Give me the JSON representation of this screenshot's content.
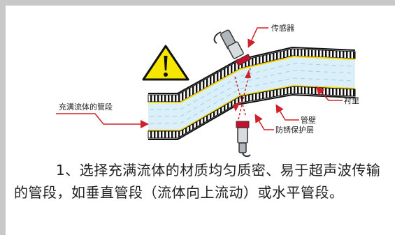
{
  "labels": {
    "sensor": "传感器",
    "liner": "衬里",
    "pipe_wall": "管壁",
    "anti_rust": "防锈保护层",
    "full_pipe": "充满流体的管段"
  },
  "warning_icon": "warning-triangle-icon",
  "caption": "1、选择充满流体的材质均匀质密、易于超声波传输的管段，如垂直管段（流体向上流动）或水平管段。",
  "colors": {
    "accent_red": "#d0202a",
    "warning_yellow": "#f6e700",
    "fluid": "#dbeff8",
    "frame": "#c8c8c8",
    "liner_yellow": "#f5d400"
  }
}
